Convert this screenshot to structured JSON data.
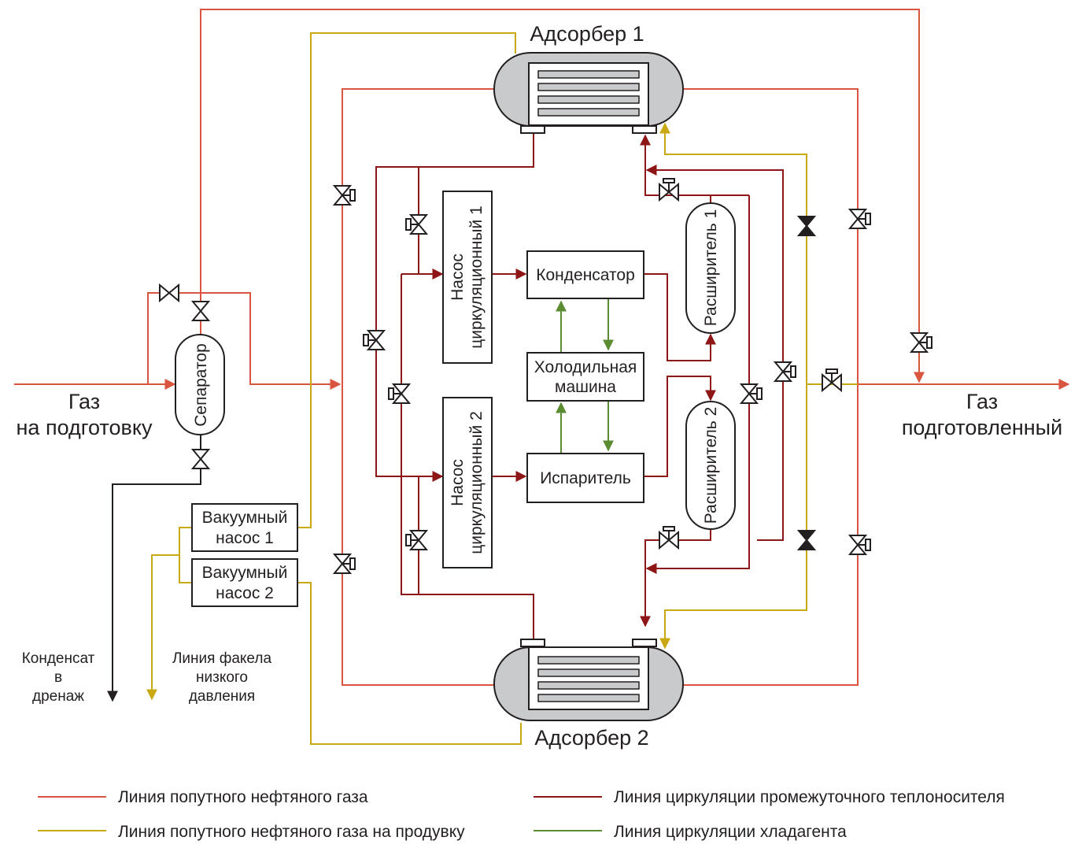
{
  "colors": {
    "gas": "#d9553f",
    "purge": "#c9a812",
    "heat_carrier": "#8e1616",
    "refrigerant": "#5b8c32",
    "black": "#231f20",
    "vessel_fill": "#c9cacc"
  },
  "labels": {
    "gas_in_1": "Газ",
    "gas_in_2": "на подготовку",
    "gas_out_1": "Газ",
    "gas_out_2": "подготовленный",
    "separator": "Сепаратор",
    "adsorber1": "Адсорбер 1",
    "adsorber2": "Адсорбер 2",
    "pump1_1": "Насос",
    "pump1_2": "циркуляционный 1",
    "pump2_1": "Насос",
    "pump2_2": "циркуляционный 2",
    "condenser": "Конденсатор",
    "chiller_1": "Холодильная",
    "chiller_2": "машина",
    "evaporator": "Испаритель",
    "expander1": "Расширитель 1",
    "expander2": "Расширитель 2",
    "vacpump1_1": "Вакуумный",
    "vacpump1_2": "насос 1",
    "vacpump2_1": "Вакуумный",
    "vacpump2_2": "насос 2",
    "condensate_1": "Конденсат",
    "condensate_2": "в",
    "condensate_3": "дренаж",
    "flare_1": "Линия факела",
    "flare_2": "низкого",
    "flare_3": "давления"
  },
  "legend": [
    {
      "label": "Линия попутного нефтяного газа",
      "color": "#d9553f"
    },
    {
      "label": "Линия циркуляции промежуточного теплоносителя",
      "color": "#8e1616"
    },
    {
      "label": "Линия попутного нефтяного газа на продувку",
      "color": "#c9a812"
    },
    {
      "label": "Линия циркуляции хладагента",
      "color": "#5b8c32"
    }
  ]
}
